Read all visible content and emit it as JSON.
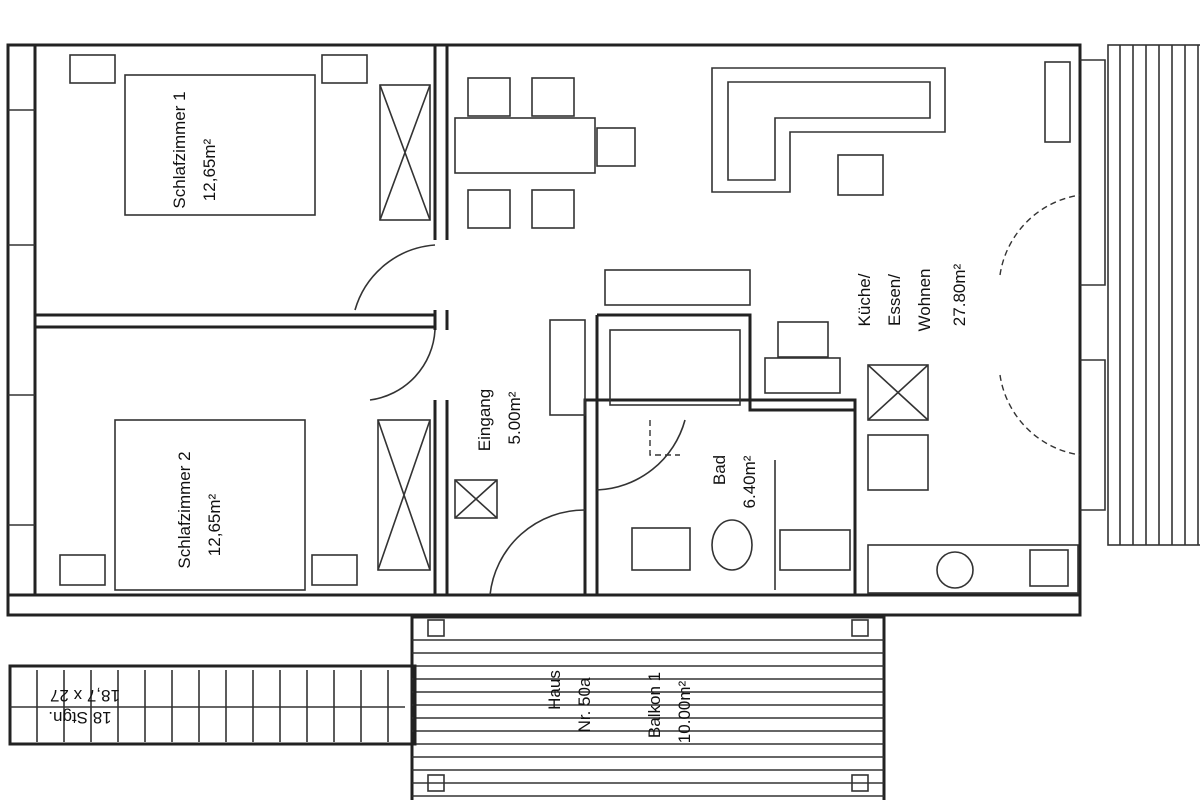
{
  "rooms": {
    "bedroom1": {
      "name": "Schlafzimmer 1",
      "area": "12,65m²"
    },
    "bedroom2": {
      "name": "Schlafzimmer 2",
      "area": "12,65m²"
    },
    "entrance": {
      "name": "Eingang",
      "area": "5.00m²"
    },
    "bath": {
      "name": "Bad",
      "area": "6.40m²"
    },
    "living": {
      "line1": "Küche/",
      "line2": "Essen/",
      "line3": "Wohnen",
      "area": "27.80m²"
    },
    "balcony": {
      "house": "Haus",
      "number": "Nr. 50a",
      "name": "Balkon 1",
      "area": "10.00m²"
    }
  },
  "stairs": {
    "steps": "18 Stgn.",
    "size": "18,7 x 27"
  }
}
